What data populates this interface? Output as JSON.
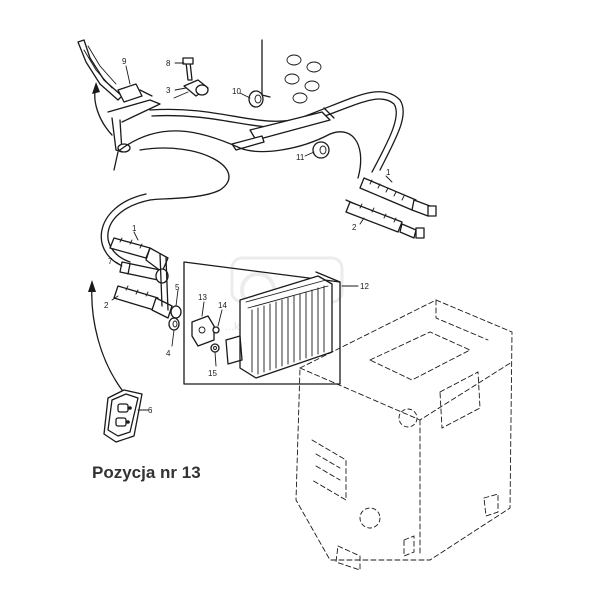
{
  "caption": "Pozycja nr 13",
  "watermark": {
    "text": "...ktorparts.pl",
    "color": "#e0e0e0"
  },
  "callouts": [
    {
      "id": "c9",
      "label": "9"
    },
    {
      "id": "c8",
      "label": "8"
    },
    {
      "id": "c3",
      "label": "3"
    },
    {
      "id": "c10",
      "label": "10"
    },
    {
      "id": "c11",
      "label": "11"
    },
    {
      "id": "c1a",
      "label": "1"
    },
    {
      "id": "c2a",
      "label": "2"
    },
    {
      "id": "c1b",
      "label": "1"
    },
    {
      "id": "c7",
      "label": "7"
    },
    {
      "id": "c2b",
      "label": "2"
    },
    {
      "id": "c5",
      "label": "5"
    },
    {
      "id": "c4",
      "label": "4"
    },
    {
      "id": "c13",
      "label": "13"
    },
    {
      "id": "c14",
      "label": "14"
    },
    {
      "id": "c15",
      "label": "15"
    },
    {
      "id": "c12",
      "label": "12"
    },
    {
      "id": "c6",
      "label": "6"
    }
  ]
}
